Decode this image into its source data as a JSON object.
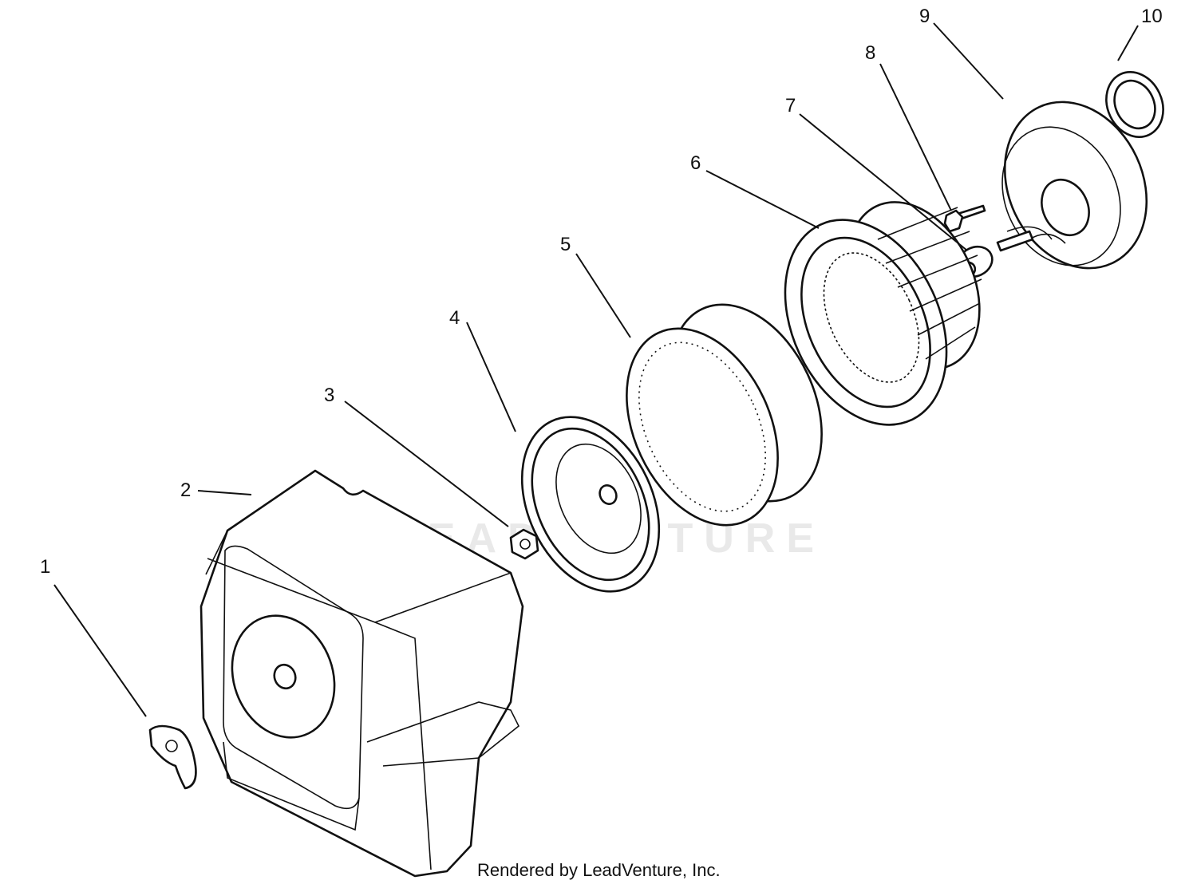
{
  "watermark": "LEADVENTURE",
  "credit": "Rendered by LeadVenture, Inc.",
  "callouts": [
    "1",
    "2",
    "3",
    "4",
    "5",
    "6",
    "7",
    "8",
    "9",
    "10"
  ],
  "colors": {
    "ink": "#111111",
    "watermark": "#e9e9e9",
    "background": "#ffffff"
  }
}
